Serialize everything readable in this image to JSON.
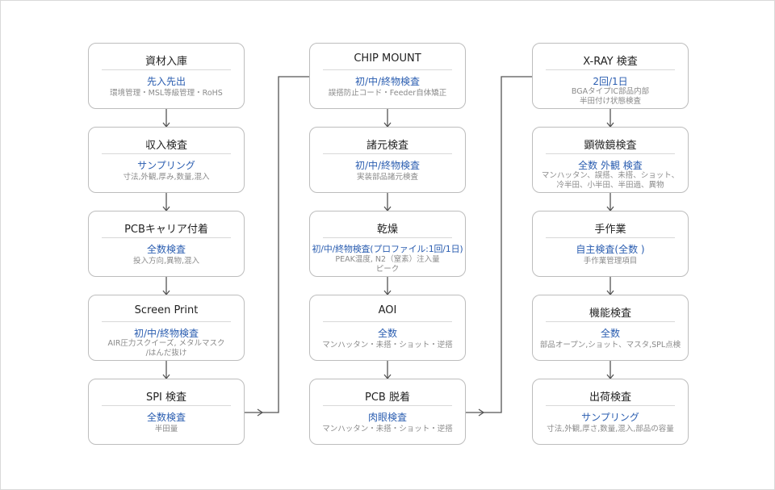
{
  "columns": [
    {
      "nodes": [
        {
          "title": "資材入庫",
          "highlight": "先入先出",
          "detail": [
            "環境管理・MSL等級管理・RoHS"
          ]
        },
        {
          "title": "収入検査",
          "highlight": "サンプリング",
          "detail": [
            "寸法,外観,厚み,数量,混入"
          ]
        },
        {
          "title": "PCBキャリア付着",
          "highlight": "全数検査",
          "detail": [
            "投入方向,異物,混入"
          ]
        },
        {
          "title": "Screen Print",
          "highlight": "初/中/終物検査",
          "detail": [
            "AIR圧力スクイーズ, メタルマスク",
            "/はんだ抜け"
          ]
        },
        {
          "title": "SPI 検査",
          "highlight": "全数検査",
          "detail": [
            "半田量"
          ]
        }
      ]
    },
    {
      "nodes": [
        {
          "title": "CHIP MOUNT",
          "highlight": "初/中/終物検査",
          "detail": [
            "誤搭防止コード・Feeder自体矯正"
          ]
        },
        {
          "title": "諸元検査",
          "highlight": "初/中/終物検査",
          "detail": [
            "実装部品諸元検査"
          ]
        },
        {
          "title": "乾燥",
          "highlight": "初/中/終物検査(プロファイル:1回/1日)",
          "detail": [
            "PEAK温度, N2（窒素）注入量",
            "ピーク"
          ]
        },
        {
          "title": "AOI",
          "highlight": "全数",
          "detail": [
            "マンハッタン・未搭・ショット・逆搭"
          ]
        },
        {
          "title": "PCB 脱着",
          "highlight": "肉眼検査",
          "detail": [
            "マンハッタン・未搭・ショット・逆搭"
          ]
        }
      ]
    },
    {
      "nodes": [
        {
          "title": "X-RAY 検査",
          "highlight": "2回/1日",
          "detail": [
            "BGAタイプIC部品内部",
            "半田付け状態検査"
          ]
        },
        {
          "title": "顕微鏡検査",
          "highlight": "全数 外観 検査",
          "detail": [
            "マンハッタン、誤搭、未搭、ショット、",
            "冷半田、小半田、半田過、異物"
          ]
        },
        {
          "title": "手作業",
          "highlight": "自主検査(全数 )",
          "detail": [
            "手作業管理項目"
          ]
        },
        {
          "title": "機能検査",
          "highlight": "全数",
          "detail": [
            "部品オープン,ショット、マスタ,SPL点検"
          ]
        },
        {
          "title": "出荷検査",
          "highlight": "サンプリング",
          "detail": [
            "寸法,外観,厚さ,数量,混入,部品の容量"
          ]
        }
      ]
    }
  ],
  "colors": {
    "border": "#bdbdbd",
    "highlight": "#2a5db0",
    "detail": "#8a8a8a",
    "connector": "#555555"
  }
}
